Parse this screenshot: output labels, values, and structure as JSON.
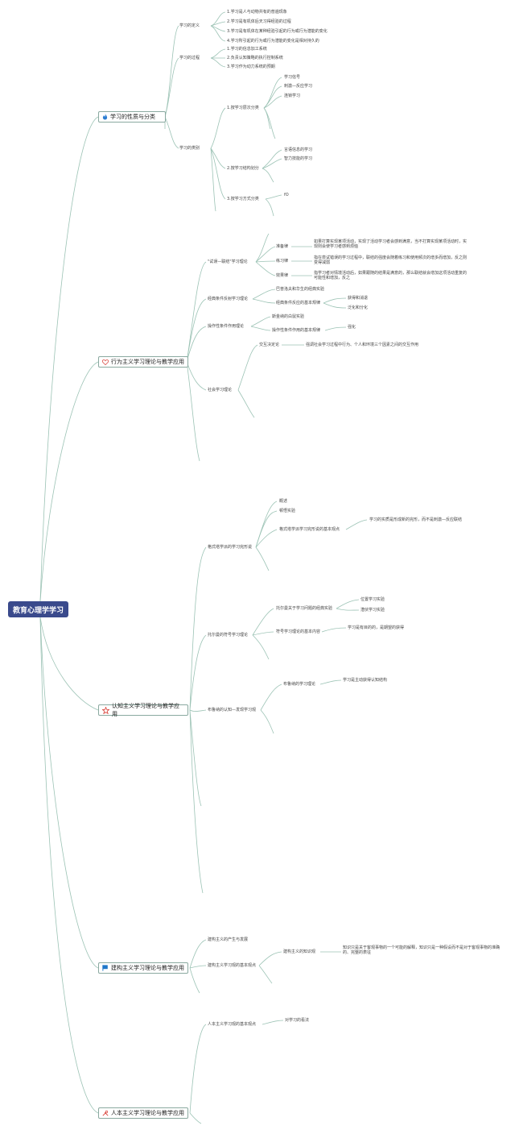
{
  "root": {
    "label": "教育心理学学习"
  },
  "b1": {
    "label": "学习的性质与分类",
    "icon": "flame-icon",
    "def_label": "学习的定义",
    "def": [
      "1.学习是人与动物共有的普遍现象",
      "2.学习是有机体后天习得经验的过程",
      "3.学习是有机体在某种经验引起的行为或行为潜能的变化",
      "4.学习所引起的行为或行为潜能的变化是相对持久的"
    ],
    "proc_label": "学习的过程",
    "proc": [
      "1.学习的信息加工系统",
      "2.负责认知策略的执行控制系统",
      "3.学习作为动力系统的预期"
    ],
    "cat_label": "学习的类别",
    "c1": "1.按学习层次分类",
    "c1_items": [
      "学习信号",
      "刺激—反应学习",
      "连锁学习"
    ],
    "c2": "2.按学习结构划分",
    "c2_items": [
      "言语信息的学习",
      "智力技能的学习"
    ],
    "c3": "3.按学习方式分类",
    "c3_items": [
      "fO"
    ]
  },
  "b2": {
    "label": "行为主义学习理论与教学应用",
    "icon": "heart-icon",
    "t1": "\"试误—联结\"学习理论",
    "law1": "准备律",
    "law1_text": "如果打算实现某项活动，实现了活动学习者会感到满意，当不打算实现某项活动时，实现则会使学习者感到烦恼",
    "law2": "练习律",
    "law2_text": "指在尝试错误的学习过程中，联结的强度会随着练习和使用频次的增多而增加，反之则变得减弱",
    "law3": "效果律",
    "law3_text": "指学习者对情境活动后，如果跟随的结果是满意的，那么联结就会增加这项活动重复的可能性和增加，反之",
    "t2": "经典条件反射学习理论",
    "t2_a": "巴普洛夫和华生的经典实验",
    "t2_b": "经典条件反应的基本规律",
    "t2_b_items": [
      "获得和消退",
      "泛化和分化"
    ],
    "t3": "操作性条件作用理论",
    "t3_a": "斯金纳的白鼠实验",
    "t3_b": "操作性条件作用的基本规律",
    "t3_b_item": "强化",
    "t4": "社会学习理论",
    "t4_a": "交互决定论",
    "t4_a_text": "强调社会学习过程中行为、个人和环境三个因素之间的交互作用"
  },
  "b3": {
    "label": "认知主义学习理论与教学应用",
    "icon": "star-icon",
    "g": "格式塔学派的学习完形说",
    "g_items": [
      "概述",
      "顿悟实验"
    ],
    "g_c": "格式塔学派学习完形说的基本观点",
    "g_c_text": "学习的实质是形成新的完形，而不是刺激—反应联结",
    "tol": "托尔曼的符号学习理论",
    "tol_a": "托尔曼关于学习问题的经典实验",
    "tol_a_items": [
      "位置学习实验",
      "潜伏学习实验"
    ],
    "tol_b": "符号学习理论的基本内容",
    "tol_b_text": "学习是有目的的，是期望的获得",
    "br": "布鲁纳的认知—发现学习观",
    "br_a": "布鲁纳的学习理论",
    "br_a_text": "学习是主动获得认知结构"
  },
  "b4": {
    "label": "建构主义学习理论与教学应用",
    "icon": "flag-icon",
    "a": "建构主义的产生与发展",
    "b": "建构主义学习观的基本观点",
    "b_sub": "建构主义的知识观",
    "b_text": "知识只是关于客观事物的一个可能的解释，知识只是一种假设而不是对于客观事物的准确的、完整的表征"
  },
  "b5": {
    "label": "人本主义学习理论与教学应用",
    "icon": "tools-icon",
    "a": "人本主义学习观的基本观点",
    "a_sub": "对学习的看法"
  }
}
